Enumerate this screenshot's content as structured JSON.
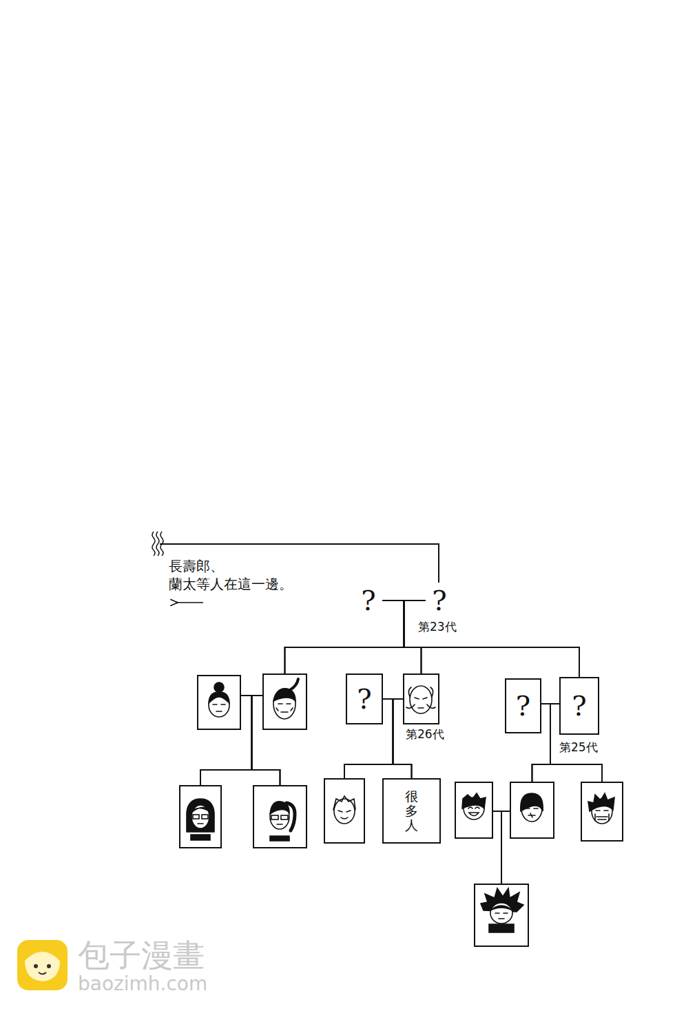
{
  "diagram": {
    "nodes": [
      {
        "text": [
          "?"
        ]
      },
      {
        "text": [
          "?",
          "第23代"
        ]
      },
      {
        "text": []
      },
      {
        "text": []
      },
      {
        "text": [
          "?"
        ]
      },
      {
        "text": [
          "第26代"
        ]
      },
      {
        "text": [
          "?"
        ]
      },
      {
        "text": [
          "?",
          "第25代"
        ]
      },
      {
        "text": []
      },
      {
        "text": []
      },
      {
        "text": []
      },
      {
        "text": [
          "很多人"
        ]
      },
      {
        "text": []
      },
      {
        "text": []
      },
      {
        "text": []
      },
      {
        "text": []
      }
    ],
    "edges": [
      {
        "from": 0,
        "to": 1,
        "arrow": "none"
      },
      {
        "from": 2,
        "to": 3,
        "arrow": "none"
      },
      {
        "from": 4,
        "to": 5,
        "arrow": "none"
      },
      {
        "from": 6,
        "to": 7,
        "arrow": "none"
      },
      {
        "from": 12,
        "to": 13,
        "arrow": "none"
      },
      {
        "from": 0,
        "to": 3,
        "arrow": "none"
      },
      {
        "from": 1,
        "to": 3,
        "arrow": "none"
      },
      {
        "from": 0,
        "to": 5,
        "arrow": "none"
      },
      {
        "from": 1,
        "to": 5,
        "arrow": "none"
      },
      {
        "from": 0,
        "to": 7,
        "arrow": "none"
      },
      {
        "from": 1,
        "to": 7,
        "arrow": "none"
      },
      {
        "from": 2,
        "to": 8,
        "arrow": "none"
      },
      {
        "from": 3,
        "to": 8,
        "arrow": "none"
      },
      {
        "from": 2,
        "to": 9,
        "arrow": "none"
      },
      {
        "from": 3,
        "to": 9,
        "arrow": "none"
      },
      {
        "from": 4,
        "to": 10,
        "arrow": "none"
      },
      {
        "from": 5,
        "to": 10,
        "arrow": "none"
      },
      {
        "from": 4,
        "to": 11,
        "arrow": "none"
      },
      {
        "from": 5,
        "to": 11,
        "arrow": "none"
      },
      {
        "from": 6,
        "to": 13,
        "arrow": "none"
      },
      {
        "from": 7,
        "to": 13,
        "arrow": "none"
      },
      {
        "from": 6,
        "to": 14,
        "arrow": "none"
      },
      {
        "from": 7,
        "to": 14,
        "arrow": "none"
      },
      {
        "from": 12,
        "to": 15,
        "arrow": "none"
      },
      {
        "from": 13,
        "to": 15,
        "arrow": "none"
      }
    ],
    "labels": [
      "長壽郎、 蘭太等人在這一邊。",
      "包子漫畫",
      "baozimh.com"
    ]
  }
}
